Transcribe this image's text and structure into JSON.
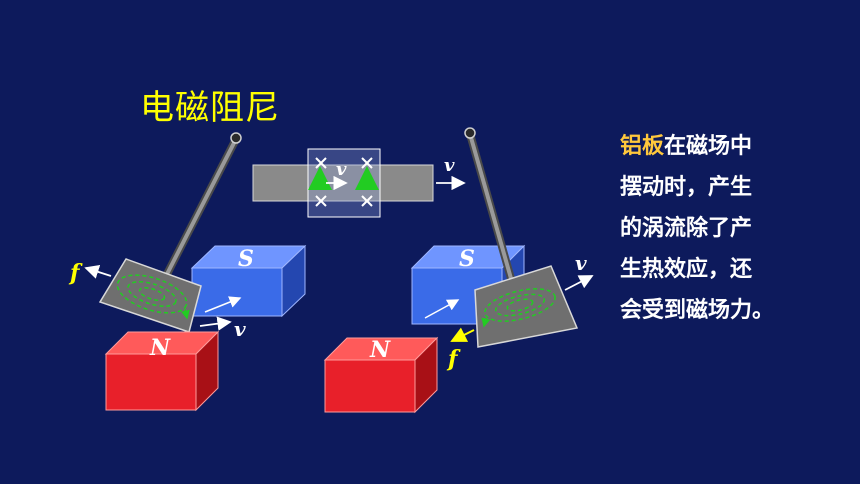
{
  "title": "电磁阻尼",
  "explanation": {
    "highlight": "铝板",
    "line1_rest": "在磁场中",
    "line2": "摆动时，产生",
    "line3": "的涡流除了产",
    "line4": "生热效应，还",
    "line5": "会受到磁场力。"
  },
  "labels": {
    "south": "S",
    "north": "N",
    "velocity": "v",
    "force": "f"
  },
  "colors": {
    "background": "#0d1a5c",
    "title": "#ffff00",
    "highlight": "#ffc83c",
    "magnet_south": "#3a6be8",
    "magnet_north": "#e8202a",
    "plate": "#7a7a7a",
    "eddy_current": "#22cc22",
    "force_arrow": "#ffff00"
  }
}
